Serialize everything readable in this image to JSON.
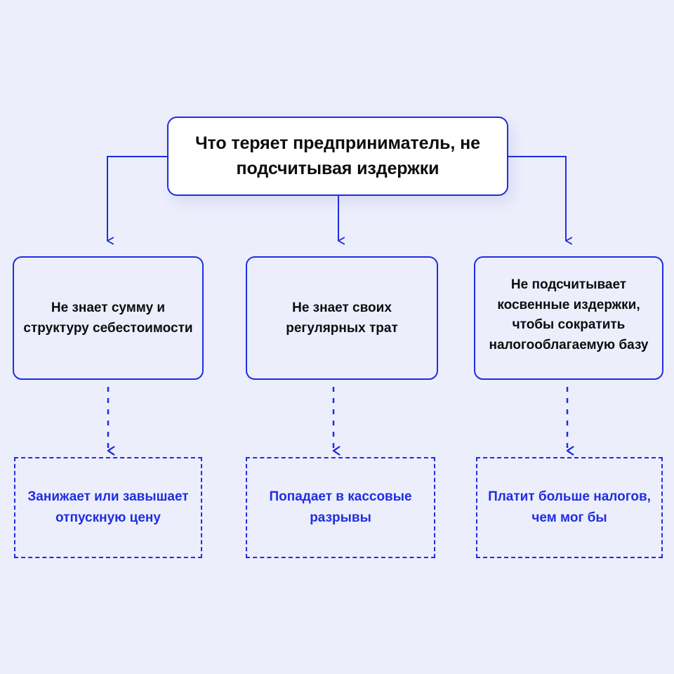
{
  "canvas": {
    "background_color": "#eceefc",
    "accent_color": "#1f2ee0",
    "text_color_dark": "#0d0d0f"
  },
  "diagram": {
    "type": "flowchart",
    "root": {
      "text": "Что теряет предприниматель, не подсчитывая издержки",
      "line1": "Что теряет предприниматель,",
      "line2": "не подсчитывая издержки"
    },
    "level2": [
      {
        "text": "Не знает сумму и структуру себестоимости"
      },
      {
        "text": "Не знает своих регулярных трат"
      },
      {
        "text": "Не подсчитывает косвенные издержки, чтобы сократить налогооблагаемую базу"
      }
    ],
    "level3": [
      {
        "text": "Занижает или завышает отпускную цену"
      },
      {
        "text": "Попадает в кассовые разрывы"
      },
      {
        "text": "Платит больше налогов, чем мог бы"
      }
    ]
  }
}
